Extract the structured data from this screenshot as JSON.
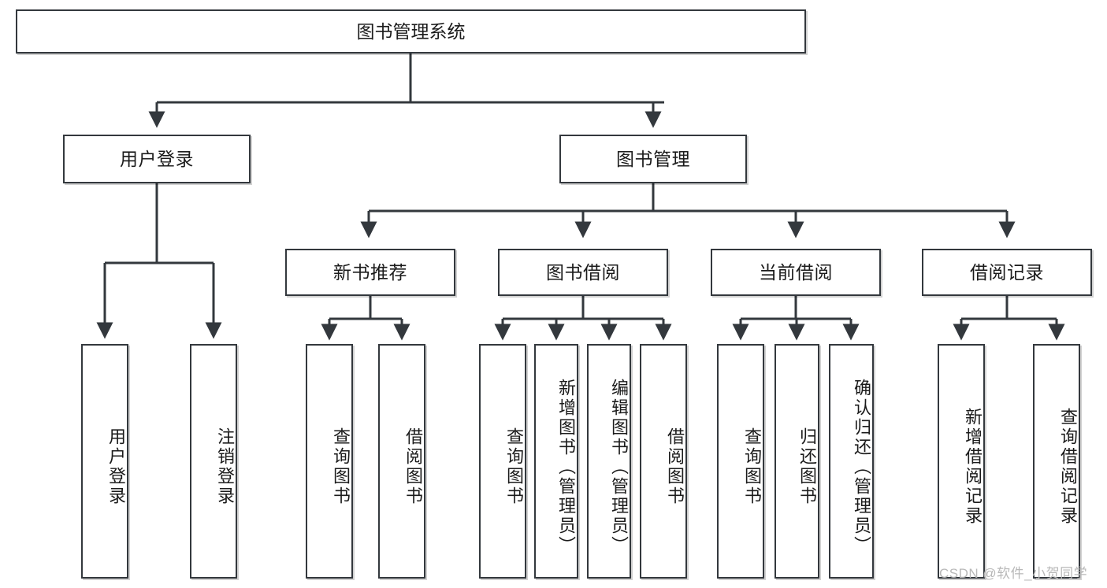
{
  "diagram": {
    "type": "tree-hierarchy-chart",
    "title": "图书管理系统",
    "line_color": "#33383d",
    "box_fill": "#ffffff",
    "text_color": "#1b1b1b",
    "watermark": "CSDN @软件_小贺同学",
    "nodes": {
      "root": {
        "label": "图书管理系统"
      },
      "level2": [
        {
          "id": "user-login",
          "label": "用户登录"
        },
        {
          "id": "book-manage",
          "label": "图书管理"
        }
      ],
      "level3": [
        {
          "id": "new-book-recommend",
          "label": "新书推荐"
        },
        {
          "id": "book-borrow",
          "label": "图书借阅"
        },
        {
          "id": "current-borrow",
          "label": "当前借阅"
        },
        {
          "id": "borrow-record",
          "label": "借阅记录"
        }
      ],
      "leaves": {
        "user_login": [
          {
            "id": "leaf-user-login",
            "label": "用户登录"
          },
          {
            "id": "leaf-logout",
            "label": "注销登录"
          }
        ],
        "new_book_recommend": [
          {
            "id": "leaf-query-book-1",
            "label": "查询图书"
          },
          {
            "id": "leaf-borrow-book-1",
            "label": "借阅图书"
          }
        ],
        "book_borrow": [
          {
            "id": "leaf-query-book-2",
            "label": "查询图书"
          },
          {
            "id": "leaf-add-book",
            "label": "新增图书（管理员）"
          },
          {
            "id": "leaf-edit-book",
            "label": "编辑图书（管理员）"
          },
          {
            "id": "leaf-borrow-book-2",
            "label": "借阅图书"
          }
        ],
        "current_borrow": [
          {
            "id": "leaf-query-book-3",
            "label": "查询图书"
          },
          {
            "id": "leaf-return-book",
            "label": "归还图书"
          },
          {
            "id": "leaf-confirm-return",
            "label": "确认归还（管理员）"
          }
        ],
        "borrow_record": [
          {
            "id": "leaf-add-record",
            "label": "新增借阅记录"
          },
          {
            "id": "leaf-query-record",
            "label": "查询借阅记录"
          }
        ]
      }
    }
  }
}
